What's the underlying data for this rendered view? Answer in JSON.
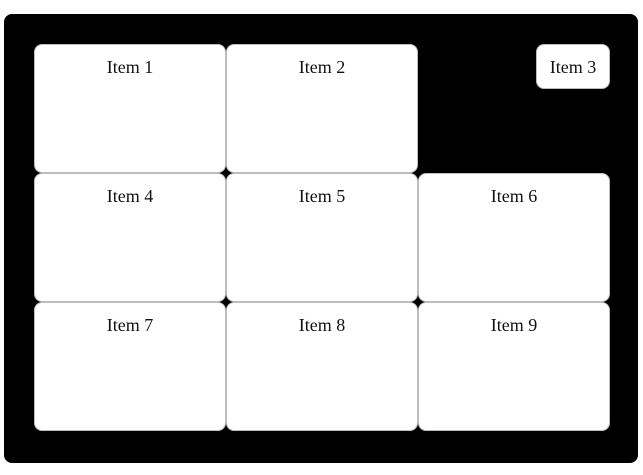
{
  "grid": {
    "items": [
      {
        "label": "Item 1"
      },
      {
        "label": "Item 2"
      },
      {
        "label": "Item 3"
      },
      {
        "label": "Item 4"
      },
      {
        "label": "Item 5"
      },
      {
        "label": "Item 6"
      },
      {
        "label": "Item 7"
      },
      {
        "label": "Item 8"
      },
      {
        "label": "Item 9"
      }
    ]
  },
  "colors": {
    "container_background": "#000000",
    "item_background": "#ffffff",
    "item_border": "#bdbdbd"
  }
}
